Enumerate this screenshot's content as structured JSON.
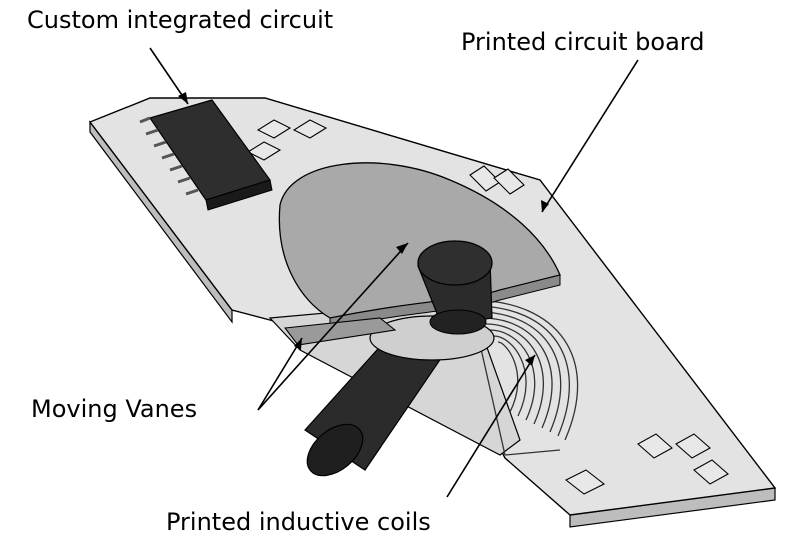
{
  "labels": {
    "custom_ic": "Custom integrated circuit",
    "pcb": "Printed circuit board",
    "moving_vanes": "Moving Vanes",
    "inductive_coils": "Printed inductive coils"
  },
  "colors": {
    "board_top": "#e3e3e3",
    "board_edge": "#bdbdbd",
    "vane": "#a9a9a9",
    "vane_dark": "#8a8a8a",
    "shaft": "#2b2b2b",
    "chip": "#2e2e2e",
    "component": "#e8e8e8",
    "outline": "#000000"
  }
}
